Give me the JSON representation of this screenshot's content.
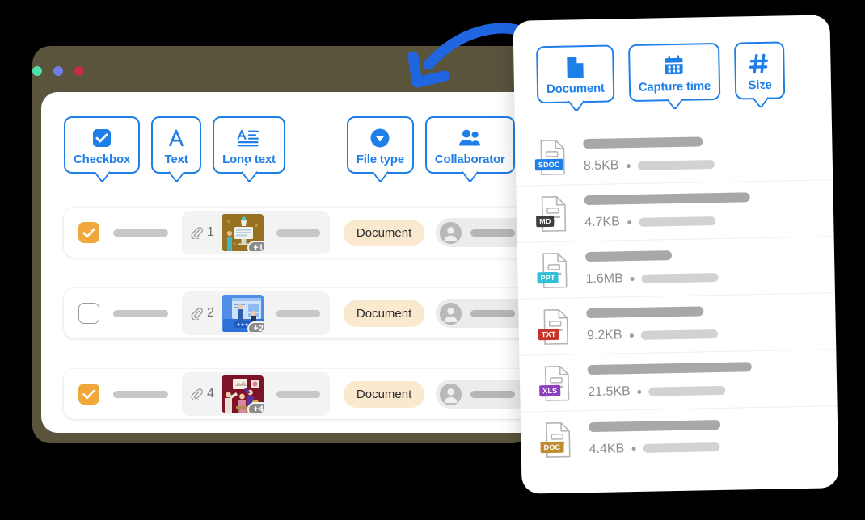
{
  "window": {
    "traffic_lights": [
      {
        "name": "close",
        "color": "#4fe0b0"
      },
      {
        "name": "minimize",
        "color": "#6f7ee8"
      },
      {
        "name": "maximize",
        "color": "#c32f47"
      }
    ]
  },
  "column_badges": [
    {
      "label": "Checkbox",
      "icon": "checkbox-icon"
    },
    {
      "label": "Text",
      "icon": "letter-a-icon"
    },
    {
      "label": "Long text",
      "icon": "long-text-icon"
    },
    {
      "label": "File type",
      "icon": "file-type-dropdown-icon"
    },
    {
      "label": "Collaborator",
      "icon": "people-icon"
    }
  ],
  "table_rows": [
    {
      "checked": true,
      "attachment_count": "1",
      "thumb_badge": "+1",
      "tag": "Document",
      "thumb_from": "#8a6a1e",
      "thumb_to": "#b08a2c"
    },
    {
      "checked": false,
      "attachment_count": "2",
      "thumb_badge": "+2",
      "tag": "Document",
      "thumb_from": "#2f6fd8",
      "thumb_to": "#6ea2ef"
    },
    {
      "checked": true,
      "attachment_count": "4",
      "thumb_badge": "+4",
      "tag": "Document",
      "thumb_from": "#6e0f22",
      "thumb_to": "#9c2135"
    }
  ],
  "panel_badges": [
    {
      "label": "Document",
      "icon": "document-page-icon"
    },
    {
      "label": "Capture time",
      "icon": "calendar-icon"
    },
    {
      "label": "Size",
      "icon": "hash-icon"
    }
  ],
  "file_list": [
    {
      "type": "SDOC",
      "size": "8.5KB",
      "badge_color": "#2080e8",
      "title_width": "148"
    },
    {
      "type": "MD",
      "size": "4.7KB",
      "badge_color": "#3d3d3d",
      "title_width": "205"
    },
    {
      "type": "PPT",
      "size": "1.6MB",
      "badge_color": "#2fc0d8",
      "title_width": "107"
    },
    {
      "type": "TXT",
      "size": "9.2KB",
      "badge_color": "#c7342a",
      "title_width": "145"
    },
    {
      "type": "XLS",
      "size": "21.5KB",
      "badge_color": "#8c3fbe",
      "title_width": "203"
    },
    {
      "type": "DOC",
      "size": "4.4KB",
      "badge_color": "#c08c32",
      "title_width": "163"
    }
  ],
  "colors": {
    "accent_blue": "#1f7fe8",
    "window_chrome": "#5a543d",
    "checkbox_on": "#f0a83c",
    "tag_bg": "#fbe9cf",
    "arrow": "#1f66e0"
  }
}
